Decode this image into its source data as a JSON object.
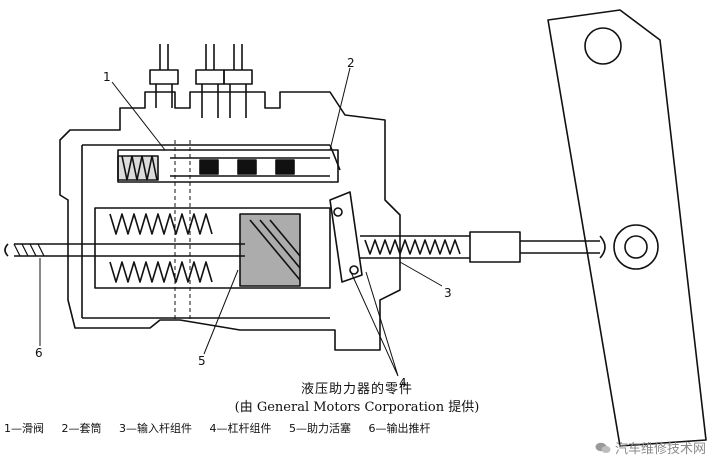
{
  "callouts": [
    "1",
    "2",
    "3",
    "4",
    "5",
    "6"
  ],
  "caption": {
    "title": "液压助力器的零件",
    "subtitle": "(由 General Motors Corporation 提供)"
  },
  "legend": [
    "1—滑阀",
    "2—套筒",
    "3—输入杆组件",
    "4—杠杆组件",
    "5—助力活塞",
    "6—输出推杆"
  ],
  "watermark": {
    "text": "汽车维修技术网",
    "icon": "wechat-icon"
  }
}
